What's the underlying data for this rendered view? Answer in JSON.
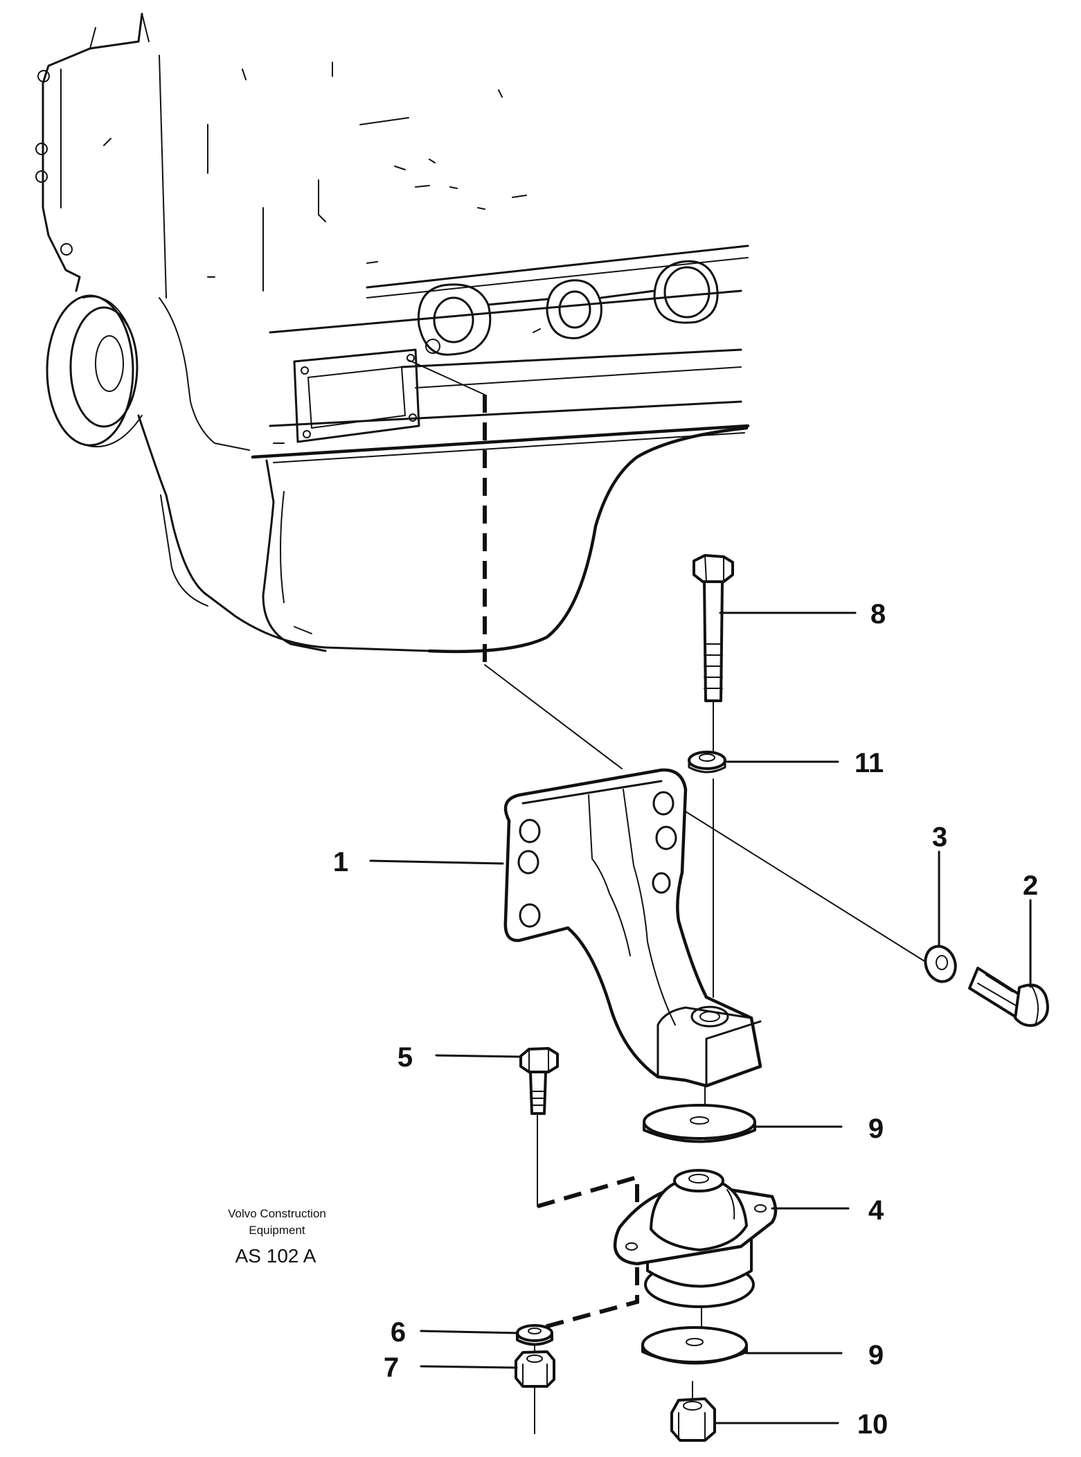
{
  "diagram": {
    "callouts": [
      {
        "id": "1",
        "label": "1"
      },
      {
        "id": "2",
        "label": "2"
      },
      {
        "id": "3",
        "label": "3"
      },
      {
        "id": "4",
        "label": "4"
      },
      {
        "id": "5",
        "label": "5"
      },
      {
        "id": "6",
        "label": "6"
      },
      {
        "id": "7",
        "label": "7"
      },
      {
        "id": "8",
        "label": "8"
      },
      {
        "id": "9a",
        "label": "9"
      },
      {
        "id": "9b",
        "label": "9"
      },
      {
        "id": "10",
        "label": "10"
      },
      {
        "id": "11",
        "label": "11"
      }
    ],
    "caption": {
      "line1": "Volvo Construction",
      "line2": "Equipment",
      "code": "AS 102 A"
    }
  }
}
